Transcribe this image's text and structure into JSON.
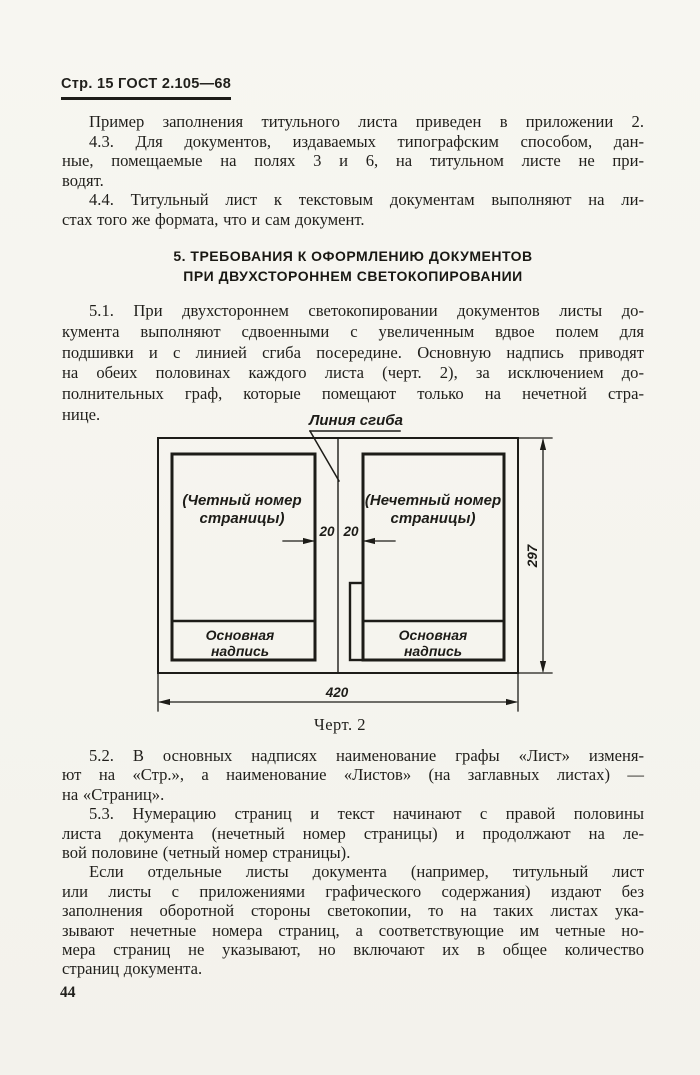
{
  "page": {
    "header": "Стр. 15 ГОСТ 2.105—68",
    "page_number": "44"
  },
  "section4": {
    "p_intro": {
      "lines": [
        "Пример заполнения титульного листа приведен в приложении 2."
      ]
    },
    "p_43": {
      "lines": [
        "4.3. Для документов, издаваемых типографским способом, дан-",
        "ные, помещаемые на полях 3 и 6, на титульном листе не при-",
        "водят."
      ]
    },
    "p_44": {
      "lines": [
        "4.4. Титульный лист к текстовым документам выполняют на ли-",
        "стах того же формата, что и сам документ."
      ]
    }
  },
  "section5": {
    "heading_lines": [
      "5. ТРЕБОВАНИЯ К ОФОРМЛЕНИЮ ДОКУМЕНТОВ",
      "ПРИ ДВУХСТОРОННЕМ СВЕТОКОПИРОВАНИИ"
    ],
    "p_51": {
      "lines": [
        "5.1. При двухстороннем светокопировании документов листы до-",
        "кумента выполняют сдвоенными с увеличенным вдвое полем для",
        "подшивки и с линией сгиба посередине. Основную надпись приводят",
        "на обеих половинах каждого листа (черт. 2), за исключением до-",
        "полнительных граф, которые помещают только на нечетной стра-",
        "нице."
      ]
    },
    "p_52": {
      "lines": [
        "5.2. В основных надписях наименование графы «Лист» изменя-",
        "ют на «Стр.», а наименование «Листов» (на заглавных листах) —",
        "на «Страниц»."
      ]
    },
    "p_53": {
      "lines": [
        "5.3. Нумерацию страниц и текст начинают с правой половины",
        "листа документа (нечетный номер страницы) и продолжают на ле-",
        "вой половине (четный номер страницы)."
      ]
    },
    "p_53a": {
      "lines": [
        "Если отдельные листы документа (например, титульный лист",
        "или листы с приложениями графического содержания) издают без",
        "заполнения оборотной стороны светокопии, то на таких листах ука-",
        "зывают нечетные номера страниц, а соответствующие им четные но-",
        "мера страниц не указывают, но включают их в общее количество",
        "страниц документа."
      ]
    }
  },
  "figure": {
    "fold_line_label": "Линия сгиба",
    "even_page_label_lines": [
      "(Четный номер",
      "страницы)"
    ],
    "odd_page_label_lines": [
      "(Нечетный номер",
      "страницы)"
    ],
    "title_block_label_lines": [
      "Основная",
      "надпись"
    ],
    "dim_gap_left": "20",
    "dim_gap_right": "20",
    "dim_height": "297",
    "dim_width": "420",
    "caption": "Черт. 2"
  },
  "colors": {
    "ink": "#1d1c18",
    "paper": "#f6f5f0"
  }
}
